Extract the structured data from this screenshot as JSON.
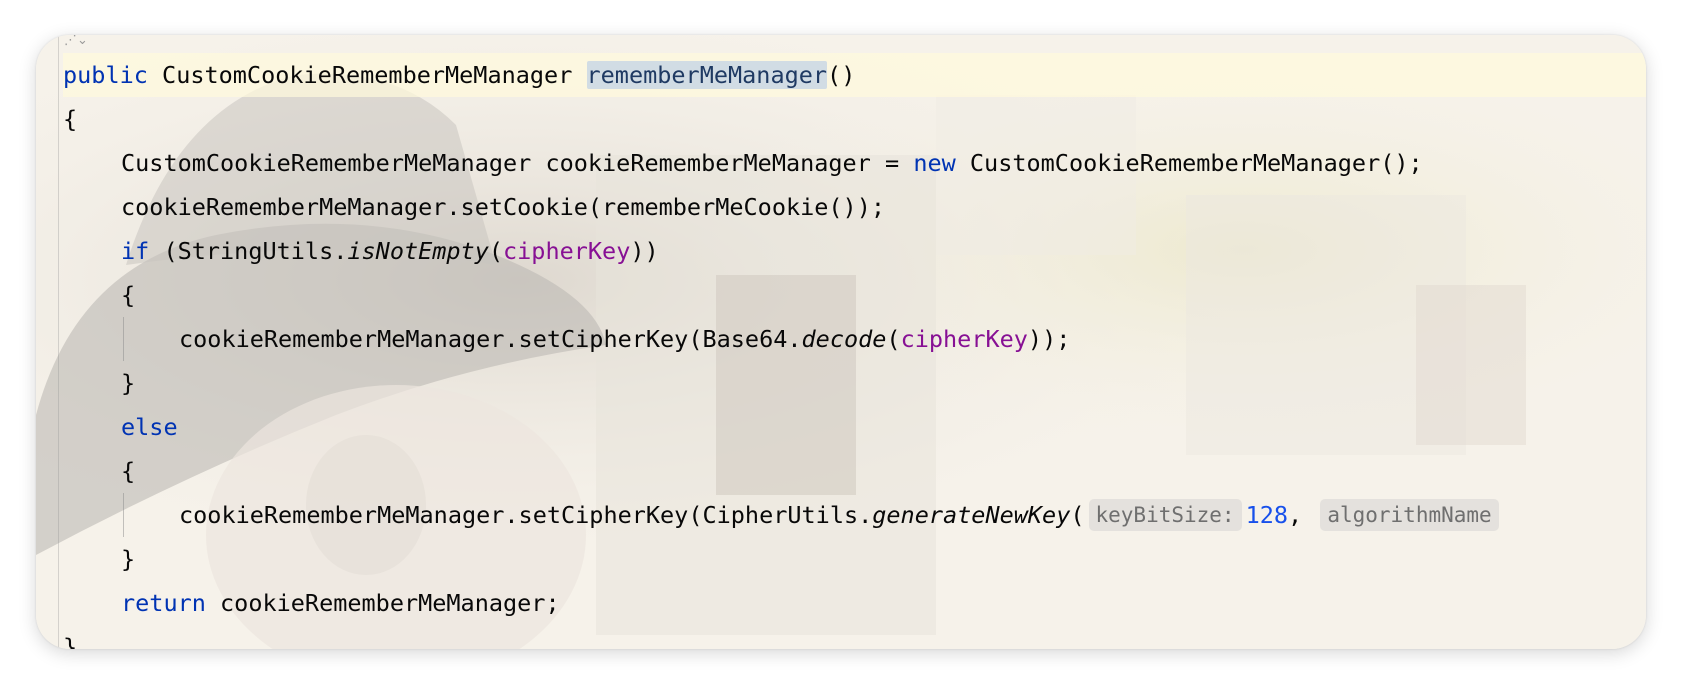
{
  "editor": {
    "lines": [
      {
        "tokens": [
          {
            "t": "public",
            "c": "kw"
          },
          {
            "t": " "
          },
          {
            "t": "CustomCookieRememberMeManager"
          },
          {
            "t": " "
          },
          {
            "t": "rememberMeManager",
            "c": "sel"
          },
          {
            "t": "()"
          }
        ],
        "indent": 0,
        "current": true
      },
      {
        "tokens": [
          {
            "t": "{"
          }
        ],
        "indent": 0
      },
      {
        "tokens": [
          {
            "t": "CustomCookieRememberMeManager cookieRememberMeManager = "
          },
          {
            "t": "new",
            "c": "kw"
          },
          {
            "t": " CustomCookieRememberMeManager();"
          }
        ],
        "indent": 1
      },
      {
        "tokens": [
          {
            "t": "cookieRememberMeManager.setCookie(rememberMeCookie());"
          }
        ],
        "indent": 1
      },
      {
        "tokens": [
          {
            "t": "if",
            "c": "kw"
          },
          {
            "t": " (StringUtils."
          },
          {
            "t": "isNotEmpty",
            "c": "it"
          },
          {
            "t": "("
          },
          {
            "t": "cipherKey",
            "c": "field"
          },
          {
            "t": "))"
          }
        ],
        "indent": 1
      },
      {
        "tokens": [
          {
            "t": "{"
          }
        ],
        "indent": 1
      },
      {
        "tokens": [
          {
            "t": "cookieRememberMeManager.setCipherKey(Base64."
          },
          {
            "t": "decode",
            "c": "it"
          },
          {
            "t": "("
          },
          {
            "t": "cipherKey",
            "c": "field"
          },
          {
            "t": "));"
          }
        ],
        "indent": 2
      },
      {
        "tokens": [
          {
            "t": "}"
          }
        ],
        "indent": 1
      },
      {
        "tokens": [
          {
            "t": "else",
            "c": "kw"
          }
        ],
        "indent": 1
      },
      {
        "tokens": [
          {
            "t": "{"
          }
        ],
        "indent": 1
      },
      {
        "tokens": [
          {
            "t": "cookieRememberMeManager.setCipherKey(CipherUtils."
          },
          {
            "t": "generateNewKey",
            "c": "it"
          },
          {
            "t": "("
          },
          {
            "t": "keyBitSize:",
            "c": "hint"
          },
          {
            "t": "128",
            "c": "num"
          },
          {
            "t": ", "
          },
          {
            "t": "algorithmName",
            "c": "hint"
          }
        ],
        "indent": 2
      },
      {
        "tokens": [
          {
            "t": "}"
          }
        ],
        "indent": 1
      },
      {
        "tokens": [
          {
            "t": "return",
            "c": "kw"
          },
          {
            "t": " cookieRememberMeManager;"
          }
        ],
        "indent": 1
      },
      {
        "tokens": [
          {
            "t": "}"
          }
        ],
        "indent": 0
      }
    ]
  },
  "colors": {
    "keyword": "#0033b3",
    "field": "#871094",
    "number": "#1750eb",
    "text": "#080808"
  },
  "icons": {
    "fold": "code-fold-icon"
  }
}
